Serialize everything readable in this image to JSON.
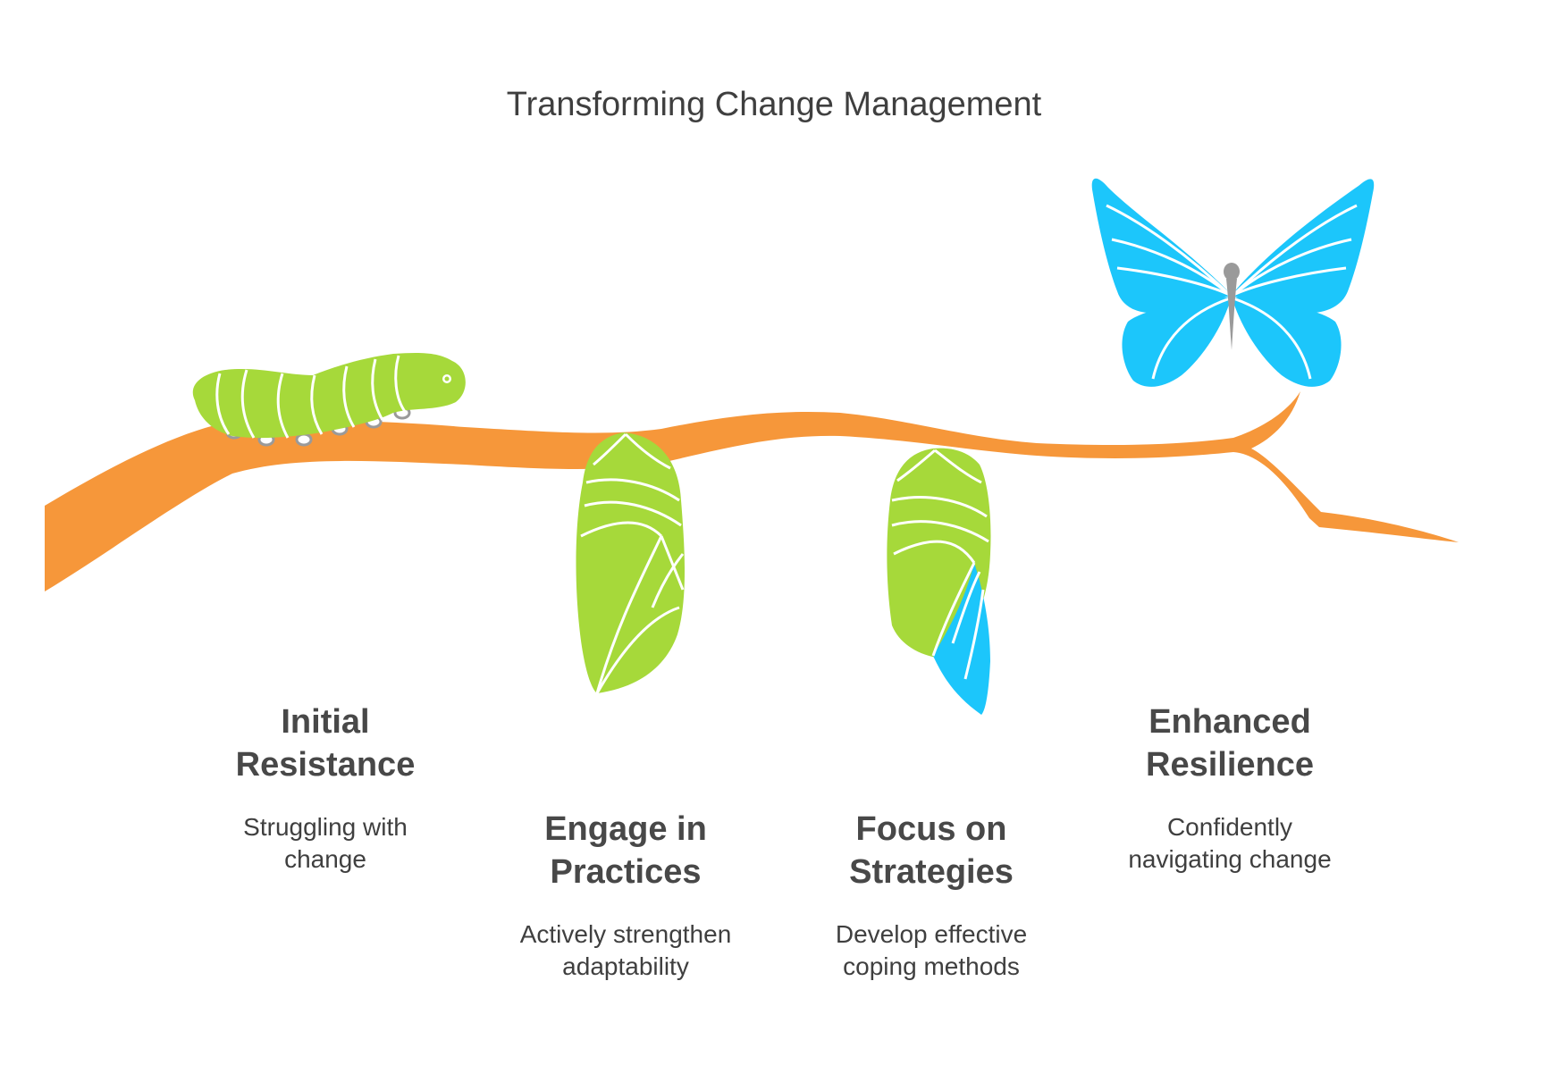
{
  "title": "Transforming Change Management",
  "colors": {
    "branch": "#f6973a",
    "green": "#a6d93a",
    "blue": "#1cc6fb",
    "gray": "#9a9a9a",
    "outline": "#ffffff",
    "text": "#484848"
  },
  "stages": [
    {
      "icon": "caterpillar-icon",
      "title_lines": [
        "Initial",
        "Resistance"
      ],
      "desc_lines": [
        "Struggling with",
        "change"
      ]
    },
    {
      "icon": "chrysalis-icon",
      "title_lines": [
        "Engage in",
        "Practices"
      ],
      "desc_lines": [
        "Actively strengthen",
        "adaptability"
      ]
    },
    {
      "icon": "emerging-chrysalis-icon",
      "title_lines": [
        "Focus on",
        "Strategies"
      ],
      "desc_lines": [
        "Develop effective",
        "coping methods"
      ]
    },
    {
      "icon": "butterfly-icon",
      "title_lines": [
        "Enhanced",
        "Resilience"
      ],
      "desc_lines": [
        "Confidently",
        "navigating change"
      ]
    }
  ]
}
